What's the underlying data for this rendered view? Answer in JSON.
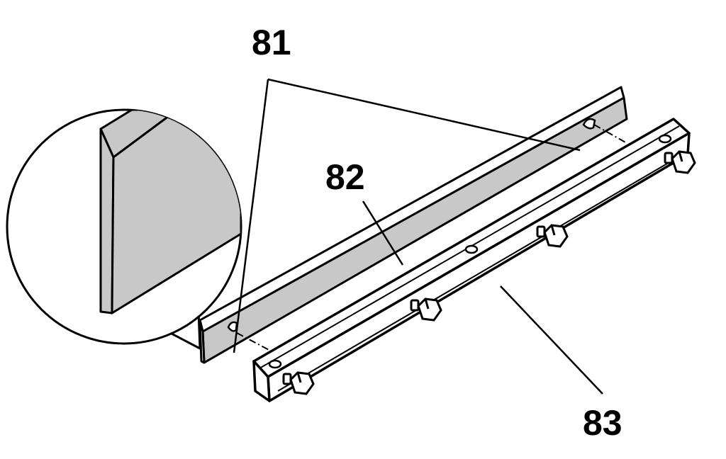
{
  "callouts": {
    "c81": "81",
    "c82": "82",
    "c83": "83"
  },
  "colors": {
    "blade_fill": "#c8c8c8",
    "line": "#000000",
    "background": "#ffffff",
    "bar_fill": "#ffffff"
  }
}
